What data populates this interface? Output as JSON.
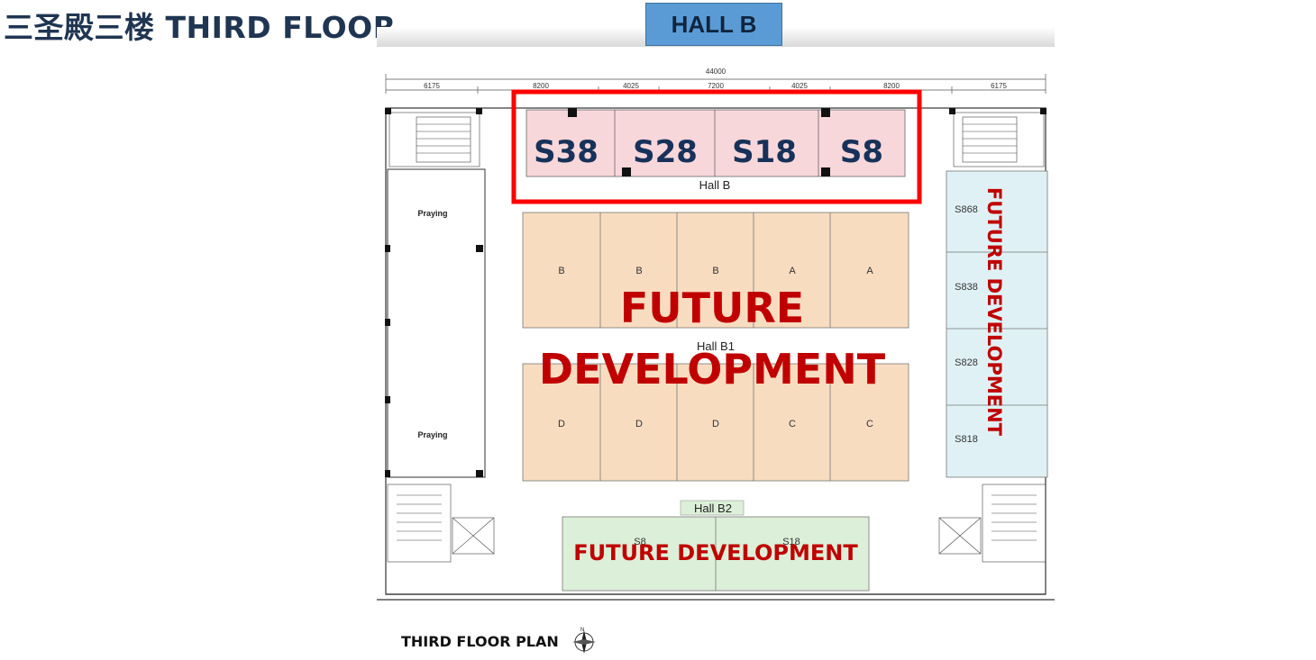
{
  "title": "三圣殿三楼 THIRD FLOOR",
  "hall_tab": "HALL B",
  "footer_label": "THIRD FLOOR PLAN",
  "compass_label": "N",
  "dimensions": {
    "total": "44000",
    "segments": [
      "6175",
      "8200",
      "4025",
      "7200",
      "4025",
      "8200",
      "6175"
    ]
  },
  "praying_label": "Praying",
  "halls": {
    "b": "Hall B",
    "b1": "Hall B1",
    "b2": "Hall B2"
  },
  "top_units": [
    "S38",
    "S28",
    "S18",
    "S8"
  ],
  "room_row_1": [
    "B",
    "B",
    "B",
    "A",
    "A"
  ],
  "room_row_2": [
    "D",
    "D",
    "D",
    "C",
    "C"
  ],
  "side_units": [
    "S868",
    "S838",
    "S828",
    "S818"
  ],
  "b2_units": [
    "S8",
    "S18"
  ],
  "future_center_line1": "FUTURE",
  "future_center_line2": "DEVELOPMENT",
  "future_side": "FUTURE DEVELOPMENT",
  "future_bottom": "FUTURE DEVELOPMENT",
  "colors": {
    "highlight_red": "#ff0000",
    "future_red": "#c00000",
    "hall_b_pink": "#f8d7da",
    "hall_b1_peach": "#f8dcc0",
    "side_blue": "#dff1f5",
    "hall_b2_green": "#dcefd8"
  }
}
